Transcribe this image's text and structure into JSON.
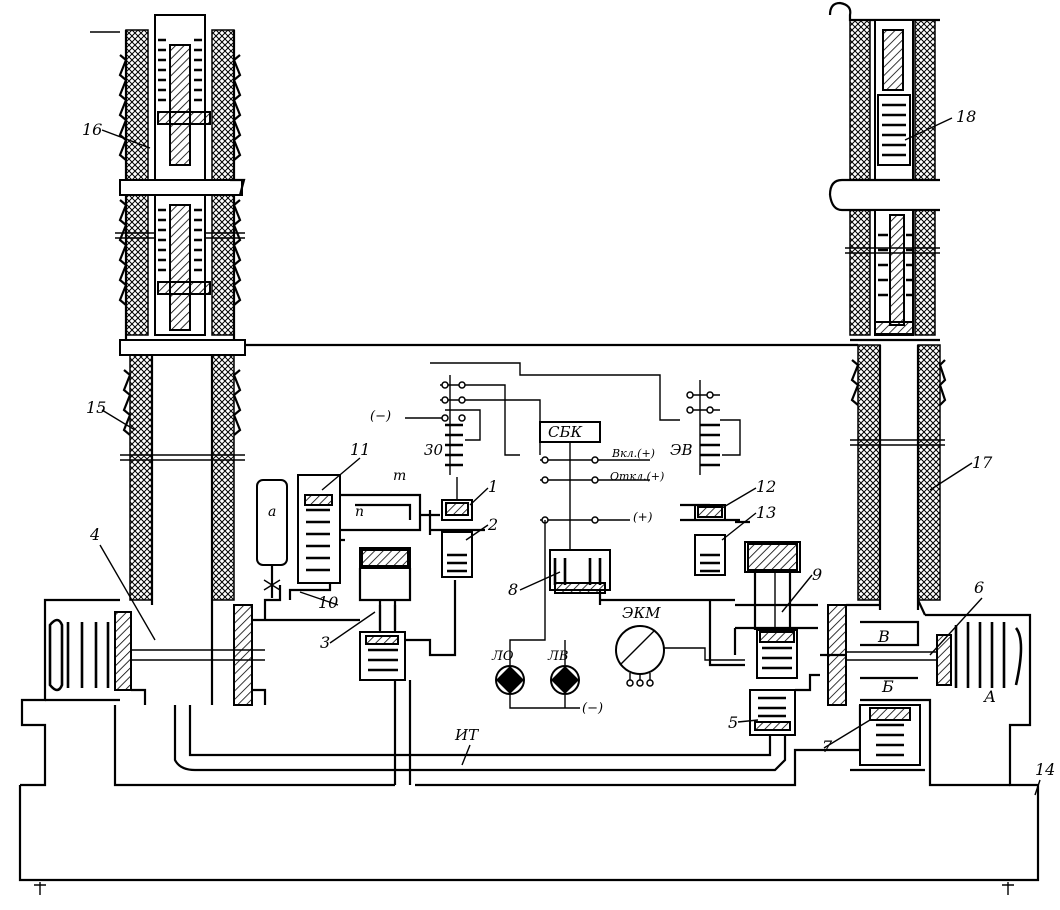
{
  "labels": {
    "l16": "16",
    "l15": "15",
    "l4": "4",
    "l11": "11",
    "l_a": "а",
    "l_m": "т",
    "l_n": "п",
    "l10": "10",
    "l3": "3",
    "l30": "30",
    "l1": "1",
    "l2": "2",
    "l8": "8",
    "l_sbk": "СБК",
    "l_vkl": "Вкл.(+)",
    "l_otkl": "Откл.(+)",
    "l_plus": "(+)",
    "l_minus": "(−)",
    "l_minus2": "(−)",
    "l_lo": "ЛО",
    "l_lv": "ЛВ",
    "l_ekm": "ЭКМ",
    "l_ev": "ЭВ",
    "l12": "12",
    "l13": "13",
    "l9": "9",
    "l18": "18",
    "l17": "17",
    "l6": "6",
    "l_V": "В",
    "l_B": "Б",
    "l_A": "А",
    "l7": "7",
    "l5": "5",
    "l_it": "ИТ",
    "l14": "14"
  }
}
